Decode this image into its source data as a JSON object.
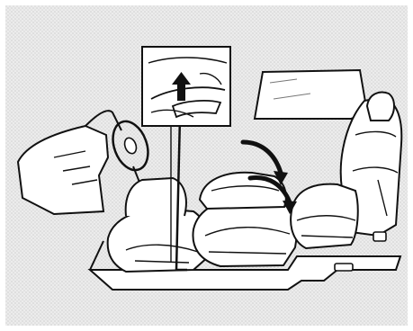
{
  "figure": {
    "description_visible_text": "",
    "colors": {
      "background_dots": "#d9d9d9",
      "background_base": "#ececec",
      "line": "#111111",
      "fill": "#ffffff",
      "arrow": "#111111"
    },
    "callout": {
      "icon": "seat-release-lever-up-arrow"
    },
    "direction_arrows": [
      {
        "icon": "curved-arrow-seat-fold-forward"
      },
      {
        "icon": "curved-arrow-seat-slide-forward"
      }
    ]
  }
}
